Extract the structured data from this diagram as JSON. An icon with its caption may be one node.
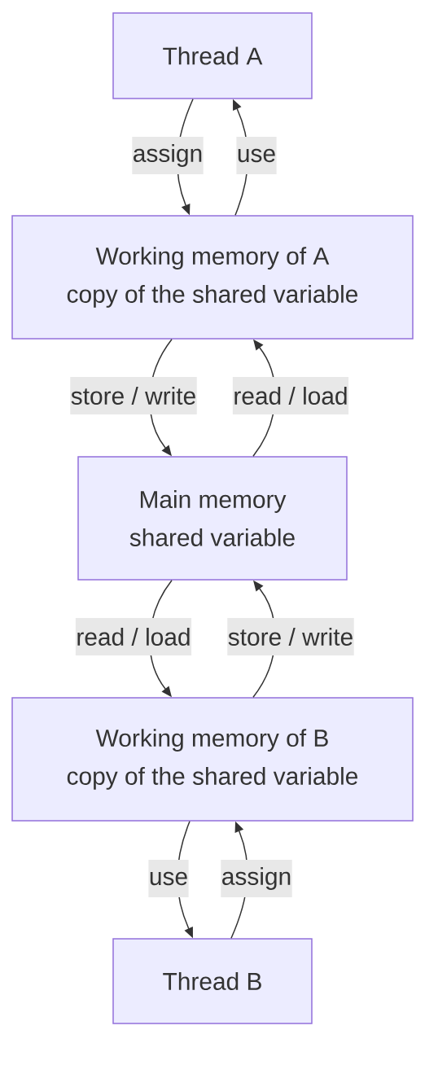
{
  "diagram": {
    "nodes": [
      {
        "text": [
          "Thread A"
        ]
      },
      {
        "text": [
          "Working memory of A",
          "copy of the shared variable"
        ]
      },
      {
        "text": [
          "Main memory",
          "shared variable"
        ]
      },
      {
        "text": [
          "Working memory of B",
          "copy of the shared variable"
        ]
      },
      {
        "text": [
          "Thread B"
        ]
      }
    ],
    "edges": [
      {
        "from": 0,
        "to": 1,
        "arrow": "to",
        "label": "assign"
      },
      {
        "from": 1,
        "to": 0,
        "arrow": "to",
        "label": "use"
      },
      {
        "from": 1,
        "to": 2,
        "arrow": "to",
        "label": "store / write"
      },
      {
        "from": 2,
        "to": 1,
        "arrow": "to",
        "label": "read / load"
      },
      {
        "from": 2,
        "to": 3,
        "arrow": "to",
        "label": "read / load"
      },
      {
        "from": 3,
        "to": 2,
        "arrow": "to",
        "label": "store / write"
      },
      {
        "from": 3,
        "to": 4,
        "arrow": "to",
        "label": "use"
      },
      {
        "from": 4,
        "to": 3,
        "arrow": "to",
        "label": "assign"
      }
    ]
  }
}
